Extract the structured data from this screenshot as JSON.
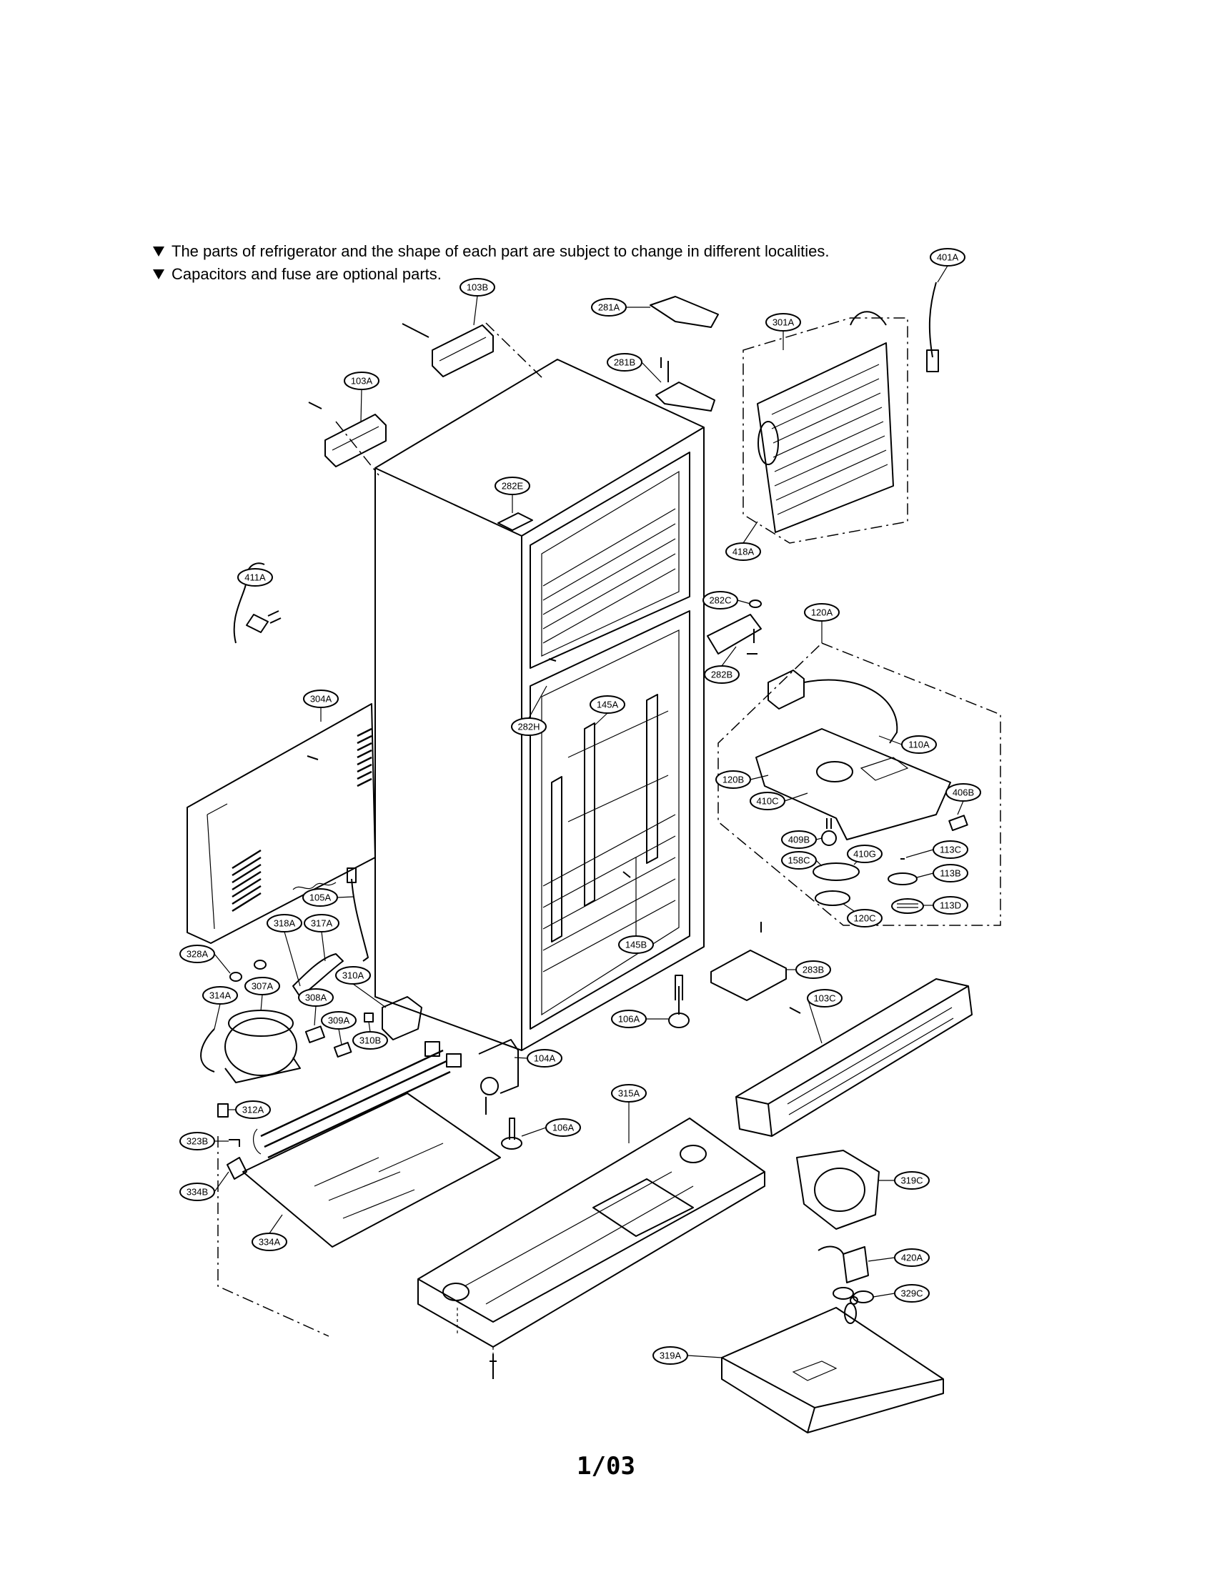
{
  "notes": [
    "The parts of refrigerator and the shape of each part are subject to change in different localities.",
    "Capacitors and fuse are optional parts."
  ],
  "page_number": "1/03",
  "callouts": {
    "c103B": "103B",
    "c103A": "103A",
    "c281A": "281A",
    "c281B": "281B",
    "c301A": "301A",
    "c401A": "401A",
    "c418A": "418A",
    "c282E": "282E",
    "c411A": "411A",
    "c282C": "282C",
    "c282B": "282B",
    "c120A": "120A",
    "c304A": "304A",
    "c145A": "145A",
    "c282H": "282H",
    "c110A": "110A",
    "c120B": "120B",
    "c410C": "410C",
    "c406B": "406B",
    "c409B": "409B",
    "c158C": "158C",
    "c410G": "410G",
    "c113C": "113C",
    "c113B": "113B",
    "c113D": "113D",
    "c120C": "120C",
    "c105A": "105A",
    "c318A": "318A",
    "c317A": "317A",
    "c328A": "328A",
    "c145B": "145B",
    "c283B": "283B",
    "c310A": "310A",
    "c314A": "314A",
    "c307A": "307A",
    "c308A": "308A",
    "c309A": "309A",
    "c310B": "310B",
    "c106A_top": "106A",
    "c103C": "103C",
    "c104A": "104A",
    "c315A": "315A",
    "c312A": "312A",
    "c106A_bottom": "106A",
    "c323B": "323B",
    "c319C": "319C",
    "c334B": "334B",
    "c334A": "334A",
    "c420A": "420A",
    "c329C": "329C",
    "c319A": "319A"
  }
}
